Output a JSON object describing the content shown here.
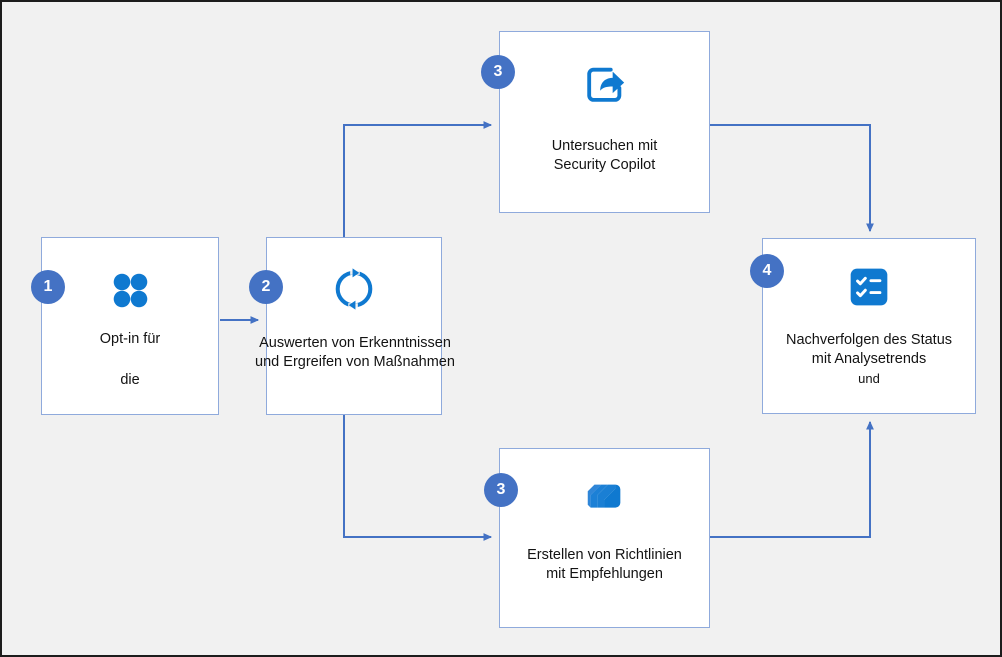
{
  "diagram": {
    "title": "Security workflow process flow",
    "background_color": "#f1f1f1",
    "box_border_color": "#8faadc",
    "badge_color": "#4472c4",
    "icon_color": "#0f79d0",
    "connector_color": "#4472c4",
    "text_color": "#131313"
  },
  "steps": [
    {
      "id": "box-1",
      "badge": "1",
      "icon": "four-dots-grid-icon",
      "label": "Opt-in für",
      "label_extra": "die"
    },
    {
      "id": "box-2",
      "badge": "2",
      "icon": "sync-refresh-icon",
      "label": "Auswerten von Erkenntnissen\nund Ergreifen von Maßnahmen",
      "label_extra": ""
    },
    {
      "id": "box-3",
      "badge": "3",
      "icon": "share-export-icon",
      "label": "Untersuchen mit\nSecurity Copilot",
      "label_extra": ""
    },
    {
      "id": "box-4",
      "badge": "4",
      "icon": "checklist-icon",
      "label": "Nachverfolgen des Status\nmit Analysetrends",
      "label_extra": "und"
    },
    {
      "id": "box-5",
      "badge": "3",
      "icon": "layers-stack-icon",
      "label": "Erstellen von Richtlinien\nmit Empfehlungen",
      "label_extra": ""
    }
  ],
  "connectors": [
    {
      "name": "box1-to-box2",
      "from": "box-1",
      "to": "box-2"
    },
    {
      "name": "box2-to-box3-top",
      "from": "box-2",
      "to": "box-3"
    },
    {
      "name": "box2-to-box5-bottom",
      "from": "box-2",
      "to": "box-5"
    },
    {
      "name": "box3-to-box4",
      "from": "box-3",
      "to": "box-4"
    },
    {
      "name": "box5-to-box4",
      "from": "box-5",
      "to": "box-4"
    }
  ]
}
